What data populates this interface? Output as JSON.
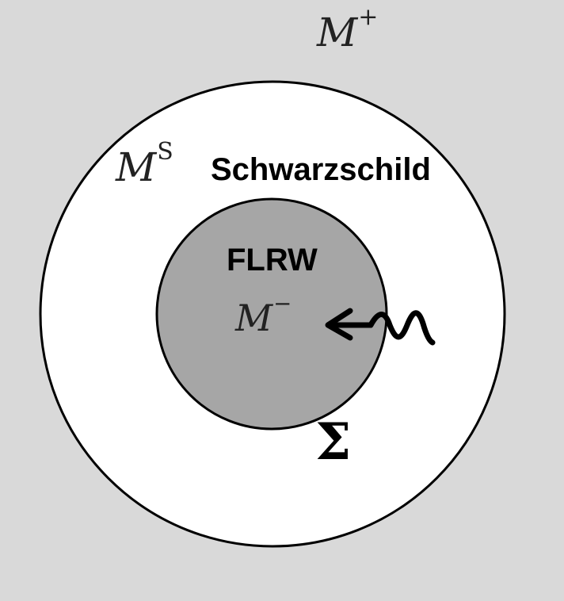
{
  "labels": {
    "outer_region": {
      "symbol": "M",
      "superscript": "+"
    },
    "shell_region": {
      "symbol": "M",
      "superscript": "S"
    },
    "shell_name": "Schwarzschild",
    "inner_name": "FLRW",
    "inner_region": {
      "symbol": "M",
      "superscript": "−"
    },
    "boundary": "Σ"
  },
  "colors": {
    "background": "#d9d9d9",
    "shell_fill": "#ffffff",
    "inner_fill": "#a6a6a6",
    "stroke": "#000000"
  },
  "icons": {
    "arrow": "wavy-arrow-icon"
  }
}
